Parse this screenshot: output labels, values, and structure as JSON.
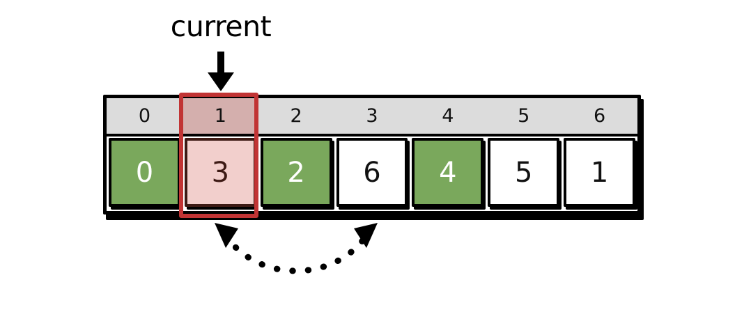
{
  "diagram": {
    "title": "array-swap-step",
    "pointer": {
      "label": "current",
      "target_index": 1,
      "arrow_icon": "arrow-down-icon"
    },
    "array": {
      "index_header": [
        0,
        1,
        2,
        3,
        4,
        5,
        6
      ],
      "values": [
        0,
        3,
        2,
        6,
        4,
        5,
        1
      ],
      "cell_states": [
        "sorted",
        "current",
        "sorted",
        "unsorted",
        "sorted",
        "unsorted",
        "unsorted"
      ],
      "highlighted_index": 1
    },
    "swap": {
      "from_index": 1,
      "to_index": 3,
      "style": "dotted-double-arrow",
      "icon": "swap-arc-icon"
    },
    "colors": {
      "sorted": "#7aa85c",
      "unsorted": "#ffffff",
      "current_fill": "#f2cfcc",
      "current_index_fill": "#d4afad",
      "highlight_border": "#c13434",
      "index_band": "#dcdcdc",
      "outline": "#000000",
      "current_text": "#3d1a14"
    }
  }
}
